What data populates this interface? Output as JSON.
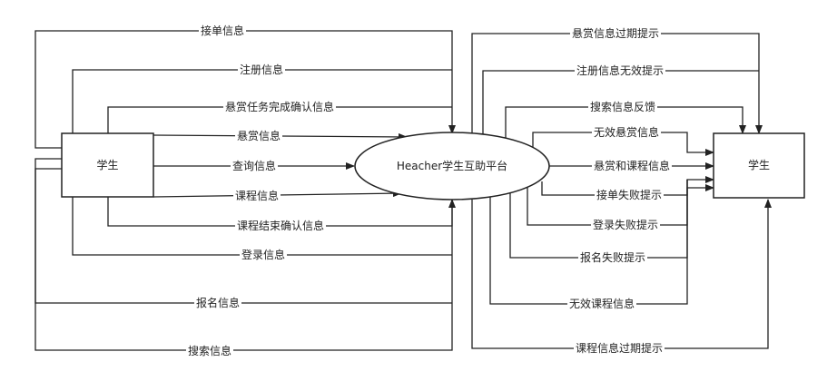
{
  "diagram": {
    "nodes": {
      "left_entity": {
        "label": "学生"
      },
      "platform": {
        "label": "Heacher学生互助平台"
      },
      "right_entity": {
        "label": "学生"
      }
    },
    "inputs": [
      {
        "id": "jiedan",
        "label": "接单信息"
      },
      {
        "id": "zhuce",
        "label": "注册信息"
      },
      {
        "id": "xuanshang-wancheng",
        "label": "悬赏任务完成确认信息"
      },
      {
        "id": "xuanshang",
        "label": "悬赏信息"
      },
      {
        "id": "chaxun",
        "label": "查询信息"
      },
      {
        "id": "kecheng",
        "label": "课程信息"
      },
      {
        "id": "kecheng-jieshu",
        "label": "课程结束确认信息"
      },
      {
        "id": "denglu",
        "label": "登录信息"
      },
      {
        "id": "baoming",
        "label": "报名信息"
      },
      {
        "id": "sousuo",
        "label": "搜索信息"
      }
    ],
    "outputs": [
      {
        "id": "xuanshang-guoqi",
        "label": "悬赏信息过期提示"
      },
      {
        "id": "zhuce-wuxiao",
        "label": "注册信息无效提示"
      },
      {
        "id": "sousuo-fankui",
        "label": "搜索信息反馈"
      },
      {
        "id": "wuxiao-xuanshang",
        "label": "无效悬赏信息"
      },
      {
        "id": "xuanshang-kecheng",
        "label": "悬赏和课程信息"
      },
      {
        "id": "jiedan-shibai",
        "label": "接单失败提示"
      },
      {
        "id": "denglu-shibai",
        "label": "登录失败提示"
      },
      {
        "id": "baoming-shibai",
        "label": "报名失败提示"
      },
      {
        "id": "wuxiao-kecheng",
        "label": "无效课程信息"
      },
      {
        "id": "kecheng-guoqi",
        "label": "课程信息过期提示"
      }
    ]
  }
}
